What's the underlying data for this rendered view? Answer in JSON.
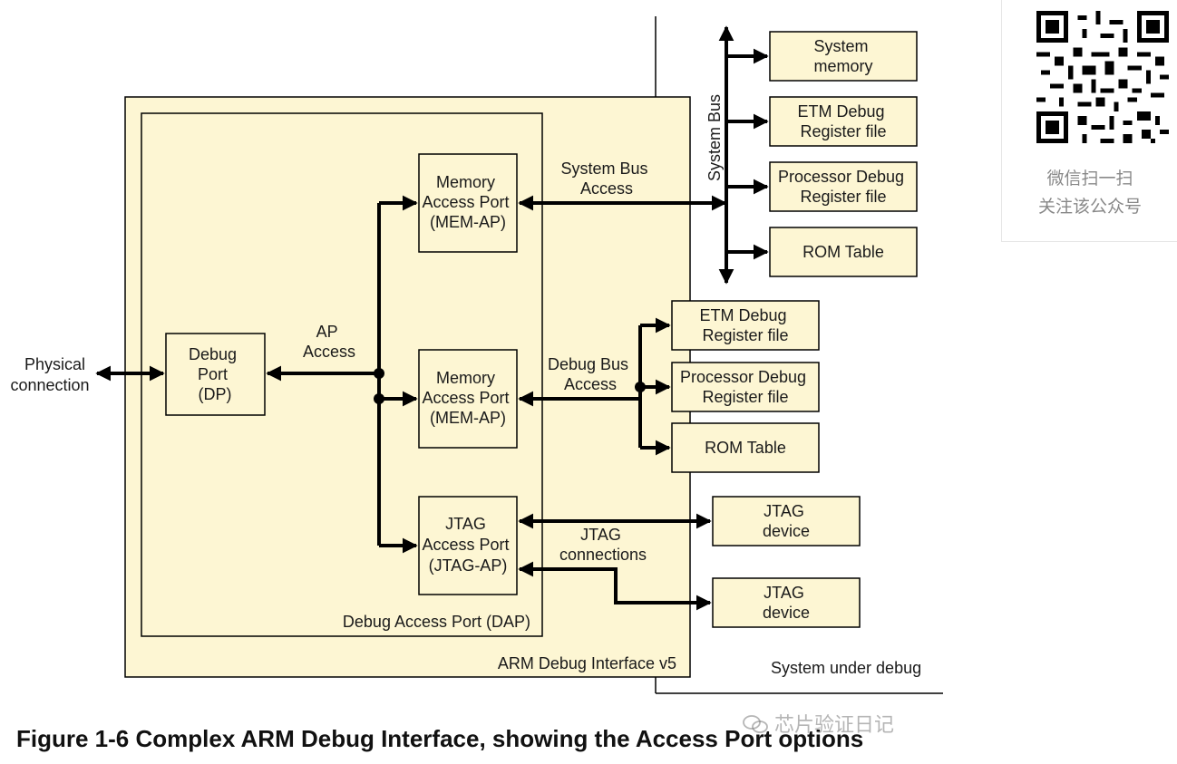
{
  "diagram": {
    "physical": [
      "Physical",
      "connection"
    ],
    "dp": [
      "Debug",
      "Port",
      "(DP)"
    ],
    "ap_access": [
      "AP",
      "Access"
    ],
    "memap1": [
      "Memory",
      "Access Port",
      "(MEM-AP)"
    ],
    "memap2": [
      "Memory",
      "Access Port",
      "(MEM-AP)"
    ],
    "jtagap": [
      "JTAG",
      "Access Port",
      "(JTAG-AP)"
    ],
    "sys_bus_access": [
      "System Bus",
      "Access"
    ],
    "debug_bus_access": [
      "Debug Bus",
      "Access"
    ],
    "jtag_connections": [
      "JTAG",
      "connections"
    ],
    "system_bus": "System Bus",
    "sys_memory": [
      "System",
      "memory"
    ],
    "sys_etm": [
      "ETM Debug",
      "Register file"
    ],
    "sys_proc": [
      "Processor Debug",
      "Register file"
    ],
    "sys_rom": [
      "ROM Table"
    ],
    "dbg_etm": [
      "ETM Debug",
      "Register file"
    ],
    "dbg_proc": [
      "Processor Debug",
      "Register file"
    ],
    "dbg_rom": [
      "ROM Table"
    ],
    "jtag_dev1": [
      "JTAG",
      "device"
    ],
    "jtag_dev2": [
      "JTAG",
      "device"
    ],
    "dap_label": "Debug Access Port (DAP)",
    "adi_label": "ARM Debug Interface v5",
    "sud_label": "System under debug"
  },
  "caption": "Figure 1-6 Complex ARM Debug Interface, showing the Access Port options",
  "watermark": "芯片验证日记",
  "qr": {
    "line1": "微信扫一扫",
    "line2": "关注该公众号"
  },
  "colors": {
    "box_fill": "#fdf6d3",
    "line": "#000000"
  }
}
